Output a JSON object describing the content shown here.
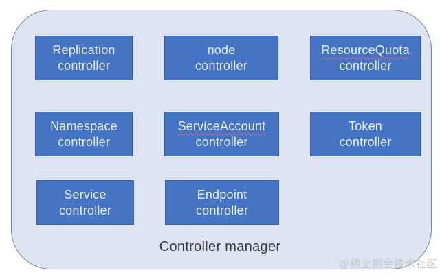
{
  "diagram": {
    "title": "Controller manager",
    "container": {
      "background": "#dce4f1",
      "border_color": "#76819a",
      "label": "Controller manager",
      "label_color": "#3a3a3a"
    },
    "box_style": {
      "fill": "#4674c5",
      "border": "#3a5fa7",
      "text_color": "#e7eefa",
      "spellcheck_underline_color": "#ce6a93"
    },
    "boxes": [
      {
        "name": "replication-controller",
        "line1": "Replication",
        "line2": "controller",
        "spellcheck_underline": false
      },
      {
        "name": "node-controller",
        "line1": "node",
        "line2": "controller",
        "spellcheck_underline": false
      },
      {
        "name": "resourcequota-controller",
        "line1": "ResourceQuota",
        "line2": "controller",
        "spellcheck_underline": true
      },
      {
        "name": "namespace-controller",
        "line1": "Namespace",
        "line2": "controller",
        "spellcheck_underline": false
      },
      {
        "name": "serviceaccount-controller",
        "line1": "ServiceAccount",
        "line2": "controller",
        "spellcheck_underline": true
      },
      {
        "name": "token-controller",
        "line1": "Token",
        "line2": "controller",
        "spellcheck_underline": false
      },
      {
        "name": "service-controller",
        "line1": "Service",
        "line2": "controller",
        "spellcheck_underline": false
      },
      {
        "name": "endpoint-controller",
        "line1": "Endpoint",
        "line2": "controller",
        "spellcheck_underline": false
      }
    ],
    "watermark": {
      "text": "@稀土掘金技术社区",
      "color": "#c6c6c6"
    }
  }
}
